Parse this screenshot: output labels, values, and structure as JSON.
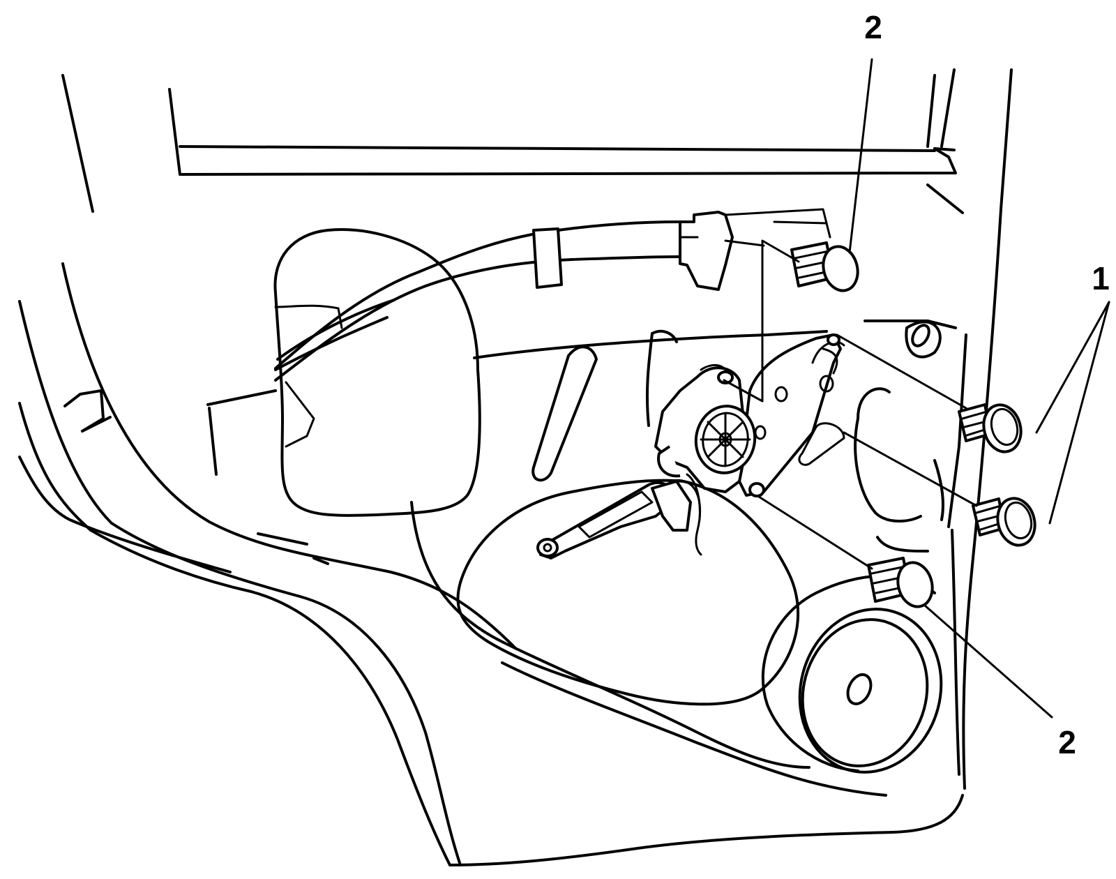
{
  "diagram": {
    "callouts": [
      {
        "id": "callout-1",
        "label": "1",
        "refers_to": "motor-bolts"
      },
      {
        "id": "callout-2-top",
        "label": "2",
        "refers_to": "regulator-bolt-upper"
      },
      {
        "id": "callout-2-bottom",
        "label": "2",
        "refers_to": "regulator-bolt-lower"
      }
    ],
    "colors": {
      "line": "#000000",
      "background": "#ffffff"
    }
  }
}
